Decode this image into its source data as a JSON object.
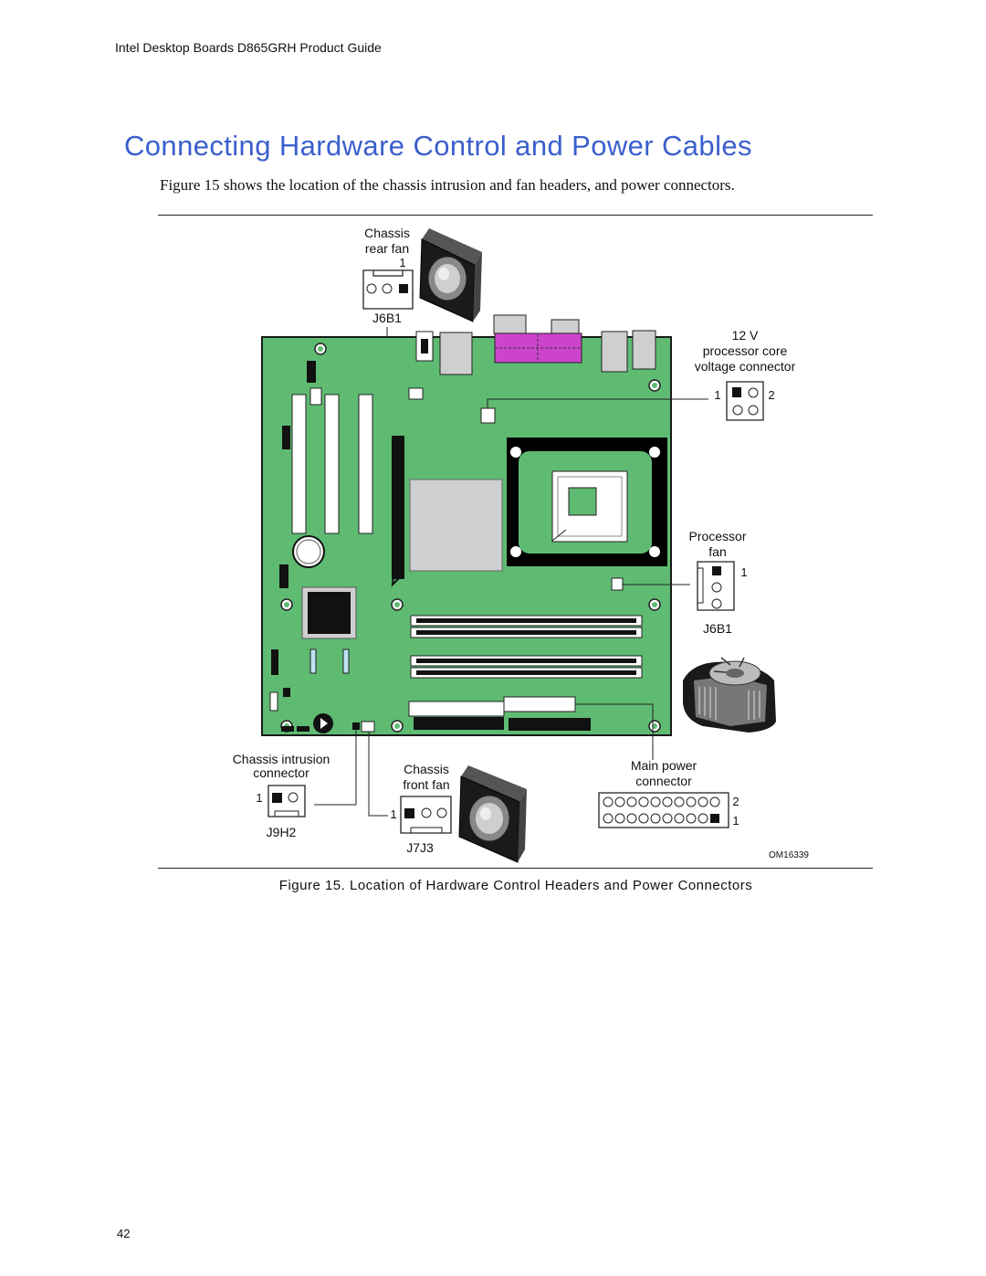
{
  "header": {
    "running_title": "Intel Desktop Boards D865GRH Product Guide"
  },
  "section": {
    "title": "Connecting Hardware Control and Power Cables",
    "intro": "Figure 15 shows the location of the chassis intrusion and fan headers, and power connectors."
  },
  "figure": {
    "labels": {
      "chassis_rear_fan_line1": "Chassis",
      "chassis_rear_fan_line2": "rear fan",
      "rear_fan_pin": "1",
      "rear_fan_ref": "J6B1",
      "vcore_line1": "12 V",
      "vcore_line2": "processor core",
      "vcore_line3": "voltage connector",
      "vcore_pin_left": "1",
      "vcore_pin_right": "2",
      "proc_fan_line1": "Processor",
      "proc_fan_line2": "fan",
      "proc_fan_pin": "1",
      "proc_fan_ref": "J6B1",
      "intrusion_line1": "Chassis intrusion",
      "intrusion_line2": "connector",
      "intrusion_pin": "1",
      "intrusion_ref": "J9H2",
      "front_fan_line1": "Chassis",
      "front_fan_line2": "front fan",
      "front_fan_pin": "1",
      "front_fan_ref": "J7J3",
      "main_power_line1": "Main power",
      "main_power_line2": "connector",
      "main_power_pin_top": "2",
      "main_power_pin_bottom": "1",
      "figure_id": "OM16339"
    },
    "caption": "Figure 15.  Location of Hardware Control Headers and Power Connectors",
    "colors": {
      "board": "#5fbb72",
      "title_blue": "#3a5fcd",
      "parallel_port": "#cc44cc",
      "chip_gray": "#cfcfcf"
    }
  },
  "footer": {
    "page_number": "42"
  }
}
